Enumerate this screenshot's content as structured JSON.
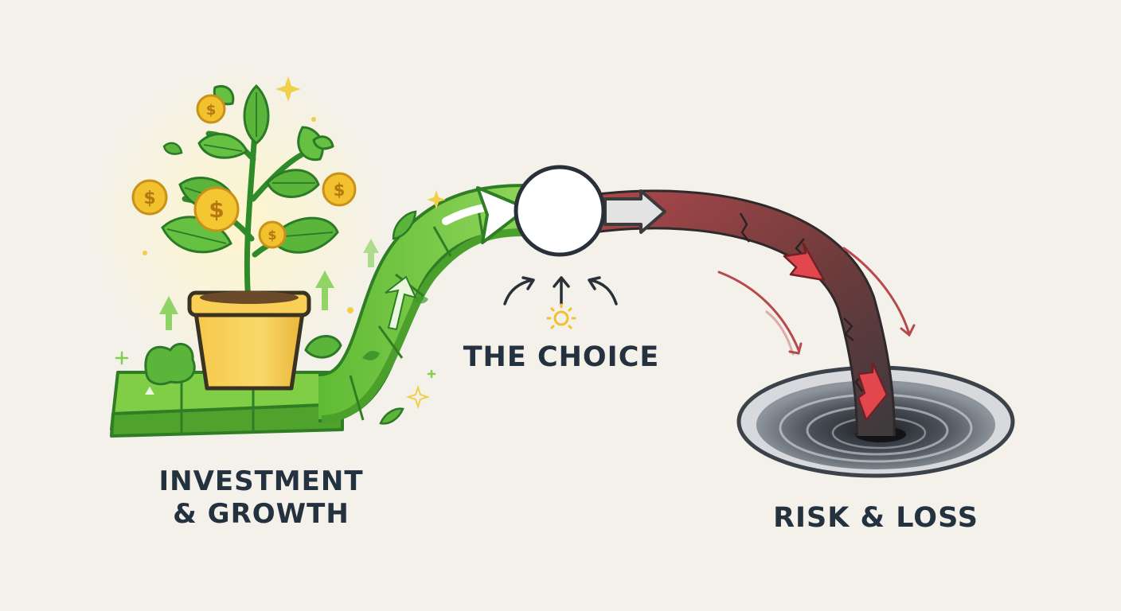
{
  "labels": {
    "growth_line1": "INVESTMENT",
    "growth_line2": "& GROWTH",
    "choice": "THE CHOICE",
    "risk": "RISK & LOSS"
  },
  "coin_symbol": "$",
  "colors": {
    "background": "#f3f1ea",
    "growth_green": "#6cc13c",
    "growth_dark": "#2f8a2a",
    "risk_red": "#8a3a3c",
    "risk_dark": "#4a3a3a",
    "coin_gold": "#f2c12e",
    "text": "#243240"
  },
  "icons": [
    "plant-icon",
    "coin-icon",
    "choice-circle",
    "vortex-icon",
    "arrow-icon"
  ]
}
